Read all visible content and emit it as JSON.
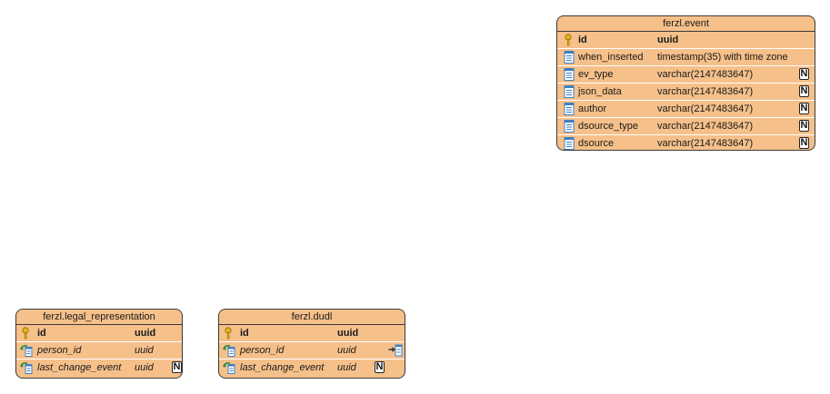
{
  "tables": {
    "event": {
      "title": "ferzl.event",
      "rows": [
        {
          "name": "id",
          "type": "uuid",
          "kind": "pk",
          "nullable": false
        },
        {
          "name": "when_inserted",
          "type": "timestamp(35) with time zone",
          "kind": "column",
          "nullable": false
        },
        {
          "name": "ev_type",
          "type": "varchar(2147483647)",
          "kind": "column",
          "nullable": true
        },
        {
          "name": "json_data",
          "type": "varchar(2147483647)",
          "kind": "column",
          "nullable": true
        },
        {
          "name": "author",
          "type": "varchar(2147483647)",
          "kind": "column",
          "nullable": true
        },
        {
          "name": "dsource_type",
          "type": "varchar(2147483647)",
          "kind": "column",
          "nullable": true
        },
        {
          "name": "dsource",
          "type": "varchar(2147483647)",
          "kind": "column",
          "nullable": true
        }
      ]
    },
    "legal_representation": {
      "title": "ferzl.legal_representation",
      "rows": [
        {
          "name": "id",
          "type": "uuid",
          "kind": "pk",
          "nullable": false
        },
        {
          "name": "person_id",
          "type": "uuid",
          "kind": "fk",
          "nullable": false
        },
        {
          "name": "last_change_event",
          "type": "uuid",
          "kind": "fk",
          "nullable": true
        }
      ]
    },
    "dudl": {
      "title": "ferzl.dudl",
      "rows": [
        {
          "name": "id",
          "type": "uuid",
          "kind": "pk",
          "nullable": false
        },
        {
          "name": "person_id",
          "type": "uuid",
          "kind": "fk",
          "nullable": false,
          "referenced": true
        },
        {
          "name": "last_change_event",
          "type": "uuid",
          "kind": "fk",
          "nullable": true
        }
      ]
    }
  },
  "badges": {
    "nullable_label": "N"
  },
  "colors": {
    "table_fill": "#f6c08a",
    "border": "#3a3a3a",
    "column_icon": "#3c7fc4",
    "key_icon": "#e3b21c",
    "fk_arrow": "#2e8b3a"
  }
}
